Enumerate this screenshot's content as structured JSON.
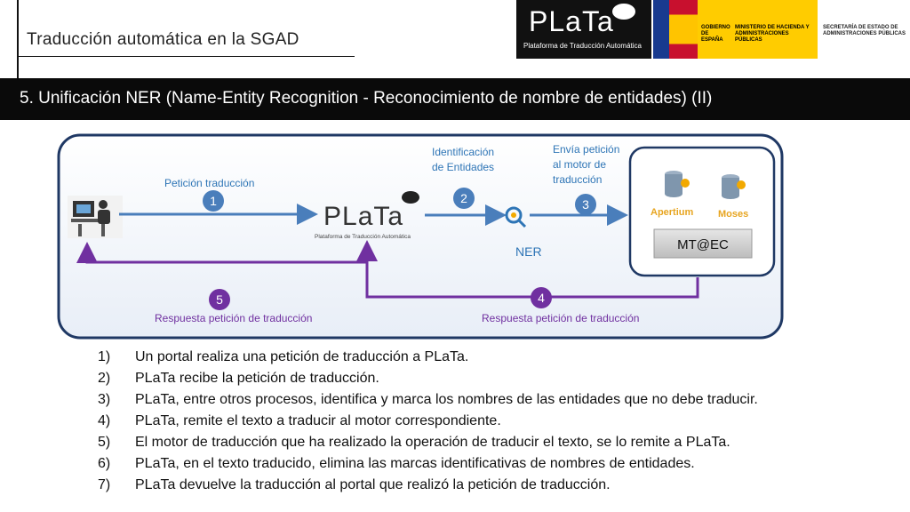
{
  "header": {
    "title": "Traducción automática en la SGAD"
  },
  "logos": {
    "plata_name": "PLaTa",
    "plata_subtitle": "Plataforma de Traducción Automática",
    "gobierno": "GOBIERNO DE ESPAÑA",
    "ministerio": "MINISTERIO DE HACIENDA Y ADMINISTRACIONES PÚBLICAS",
    "secretaria": "SECRETARÍA DE ESTADO DE ADMINISTRACIONES PÚBLICAS"
  },
  "banner": {
    "title": "5. Unificación NER (Name-Entity Recognition - Reconocimiento de nombre de entidades) (II)"
  },
  "diagram": {
    "plata_name": "PLaTa",
    "plata_subtitle": "Plataforma de Traducción Automática",
    "step1_label": "Petición traducción",
    "step1_num": "1",
    "step2_label_line1": "Identificación",
    "step2_label_line2": "de Entidades",
    "step2_num": "2",
    "step3_label_line1": "Envía petición",
    "step3_label_line2": "al motor de",
    "step3_label_line3": "traducción",
    "step3_num": "3",
    "ner_label": "NER",
    "apertium_label": "Apertium",
    "moses_label": "Moses",
    "mtec_label": "MT@EC",
    "step4_num": "4",
    "step4_label": "Respuesta petición de traducción",
    "step5_num": "5",
    "step5_label": "Respuesta petición de traducción",
    "colors": {
      "blue": "#4a7ebb",
      "purple": "#7030a0",
      "label_blue": "#2e75b6",
      "frame": "#1f3864"
    }
  },
  "steps": [
    {
      "num": "1)",
      "text": "Un portal realiza una petición de traducción a PLaTa."
    },
    {
      "num": "2)",
      "text": "PLaTa recibe la petición de traducción."
    },
    {
      "num": "3)",
      "text": "PLaTa, entre otros procesos, identifica y marca los nombres de las entidades que no debe traducir."
    },
    {
      "num": "4)",
      "text": "PLaTa, remite el texto a traducir al motor correspondiente."
    },
    {
      "num": "5)",
      "text": "El motor de traducción que ha realizado la operación de traducir el texto, se lo remite a PLaTa."
    },
    {
      "num": "6)",
      "text": "PLaTa, en el texto traducido, elimina las marcas identificativas de nombres de entidades."
    },
    {
      "num": "7)",
      "text": "PLaTa devuelve la traducción al portal que realizó la petición de traducción."
    }
  ]
}
